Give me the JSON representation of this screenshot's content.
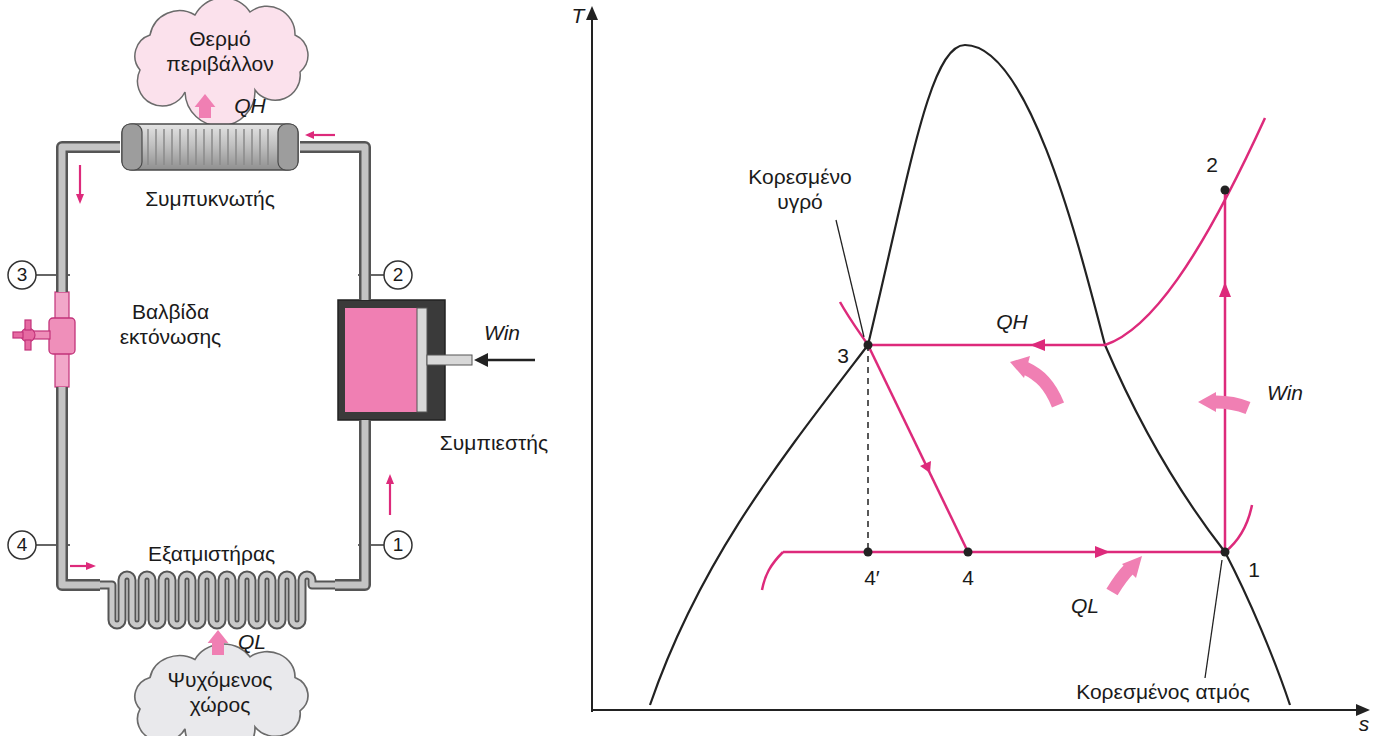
{
  "diagram": {
    "nodes": [
      {
        "text": [
          "Θερμό περιβάλλον"
        ]
      },
      {
        "text": [
          "Συμπυκνωτής"
        ]
      },
      {
        "text": [
          "Βαλβίδα εκτόνωσης"
        ]
      },
      {
        "text": [
          "Συμπιεστής"
        ]
      },
      {
        "text": [
          "Εξατμιστήρας"
        ]
      },
      {
        "text": [
          "Ψυχόμενος χώρος"
        ]
      }
    ],
    "edges": [
      {
        "from": 1,
        "to": 0,
        "arrow": "to",
        "label": "QH"
      },
      {
        "from": 1,
        "to": 2,
        "arrow": "none"
      },
      {
        "from": 2,
        "to": 4,
        "arrow": "none"
      },
      {
        "from": 4,
        "to": 3,
        "arrow": "none"
      },
      {
        "from": 3,
        "to": 1,
        "arrow": "none"
      },
      {
        "from": 5,
        "to": 4,
        "arrow": "to",
        "label": "QL"
      }
    ],
    "labels": [
      "3",
      "2",
      "4",
      "1",
      "Win",
      "T",
      "s",
      "Κορεσμένο υγρό",
      "2",
      "3",
      "QH",
      "Win",
      "4′",
      "4",
      "1",
      "QL",
      "Κορεσμένος ατμός"
    ]
  }
}
